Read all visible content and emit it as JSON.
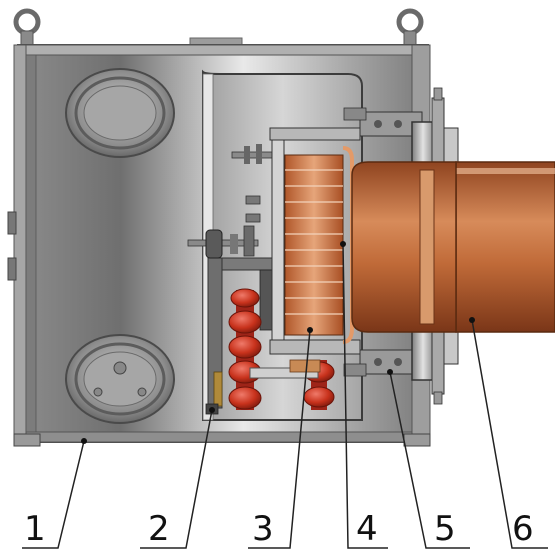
{
  "labels": [
    {
      "id": "1",
      "text": "1"
    },
    {
      "id": "2",
      "text": "2"
    },
    {
      "id": "3",
      "text": "3"
    },
    {
      "id": "4",
      "text": "4"
    },
    {
      "id": "5",
      "text": "5"
    },
    {
      "id": "6",
      "text": "6"
    }
  ],
  "colors": {
    "housing": "#9a9a9a",
    "housing_dark": "#5e5e5e",
    "interior": "#bdbdbd",
    "copper": "#b8622f",
    "copper_light": "#e09a6c",
    "insulator_red": "#c8321c",
    "leader": "#222222"
  }
}
